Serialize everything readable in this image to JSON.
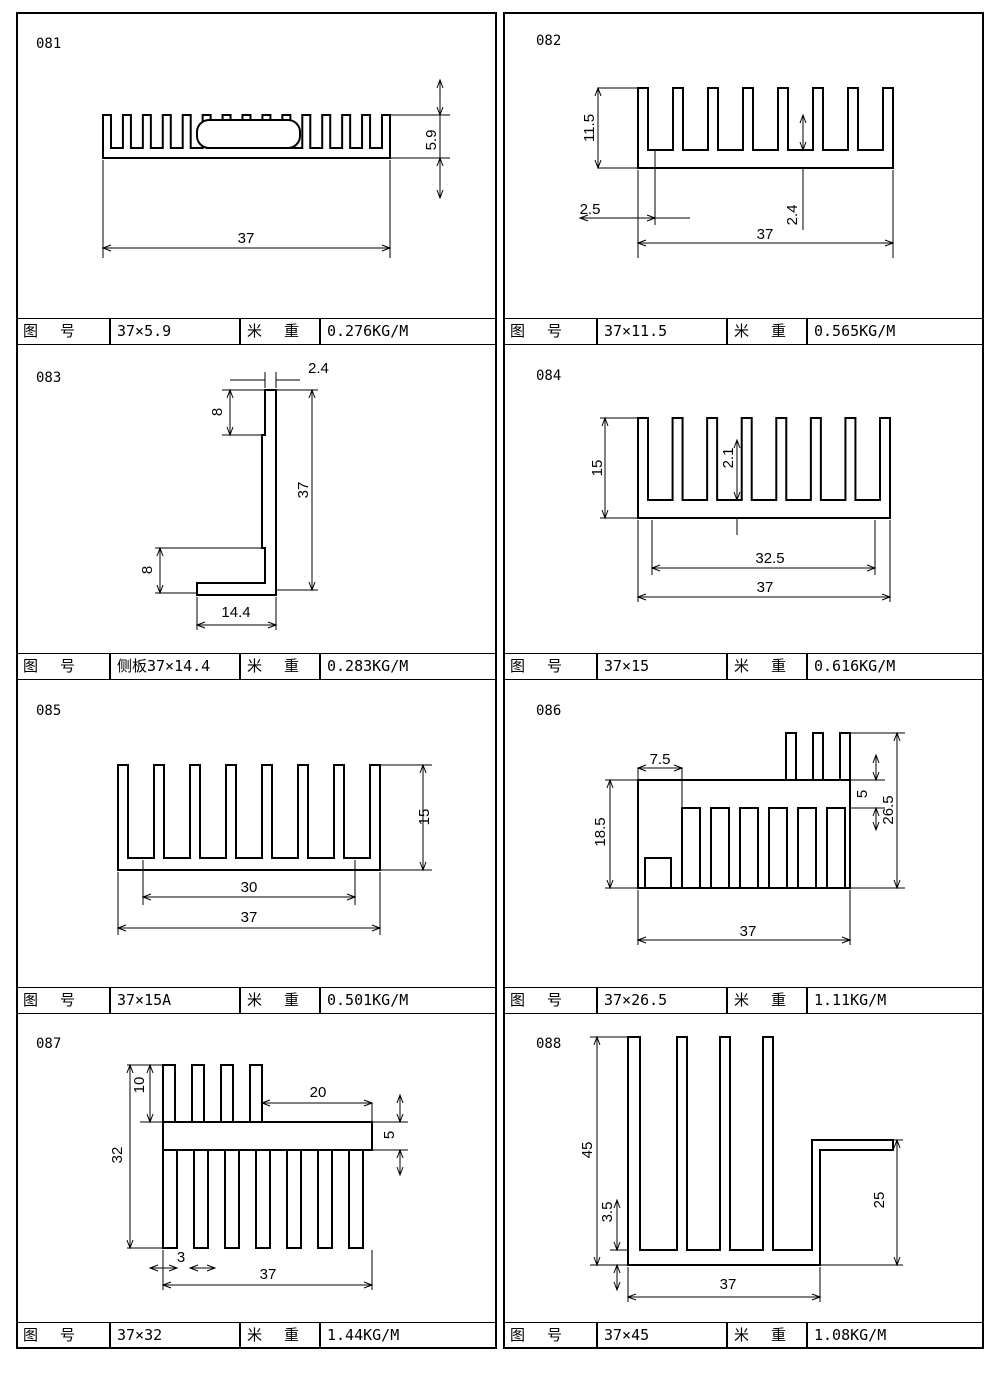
{
  "labels": {
    "figure_no": "图号",
    "weight_per_meter": "米重"
  },
  "panels": [
    {
      "code": "081",
      "model": "37×5.9",
      "weight": "0.276KG/M",
      "dims": [
        "5.9",
        "37"
      ]
    },
    {
      "code": "082",
      "model": "37×11.5",
      "weight": "0.565KG/M",
      "dims": [
        "11.5",
        "2.5",
        "2.4",
        "37"
      ]
    },
    {
      "code": "083",
      "model": "侧板37×14.4",
      "weight": "0.283KG/M",
      "dims": [
        "2.4",
        "8",
        "37",
        "8",
        "14.4"
      ]
    },
    {
      "code": "084",
      "model": "37×15",
      "weight": "0.616KG/M",
      "dims": [
        "15",
        "2.1",
        "32.5",
        "37"
      ]
    },
    {
      "code": "085",
      "model": "37×15A",
      "weight": "0.501KG/M",
      "dims": [
        "15",
        "30",
        "37"
      ]
    },
    {
      "code": "086",
      "model": "37×26.5",
      "weight": "1.11KG/M",
      "dims": [
        "7.5",
        "18.5",
        "5",
        "26.5",
        "37"
      ]
    },
    {
      "code": "087",
      "model": "37×32",
      "weight": "1.44KG/M",
      "dims": [
        "10",
        "20",
        "5",
        "32",
        "3",
        "37"
      ]
    },
    {
      "code": "088",
      "model": "37×45",
      "weight": "1.08KG/M",
      "dims": [
        "45",
        "3.5",
        "25",
        "37"
      ]
    }
  ]
}
